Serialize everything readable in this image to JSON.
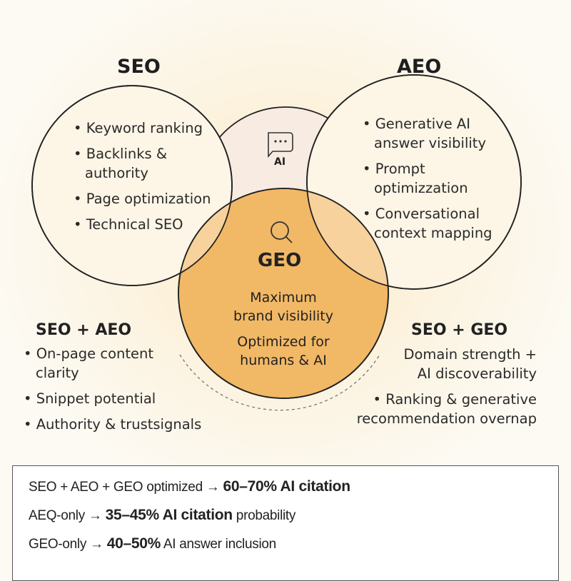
{
  "seo": {
    "title": "SEO",
    "items": [
      "• Keyword ranking",
      "• Backlinks &",
      "authority",
      "• Page optimization",
      "• Technical SEO"
    ]
  },
  "aeo": {
    "title": "AEO",
    "items": [
      "• Generative AI",
      "answer visibility",
      "• Prompt",
      "optimizzation",
      "• Conversational",
      "context mapping"
    ]
  },
  "ai": {
    "label": "AI",
    "icon": "chat-bubble-icon"
  },
  "geo": {
    "title": "GEO",
    "icon": "search-icon",
    "line1": "Maximum",
    "line2": "brand visibility",
    "line3": "Optimized for",
    "line4": "humans & AI"
  },
  "seo_aeo": {
    "title": "SEO + AEO",
    "items": [
      "• On-page content",
      "clarity",
      "• Snippet potential",
      "• Authority & trustsignals"
    ]
  },
  "seo_geo": {
    "title": "SEO + GEO",
    "items": [
      "Domain strength +",
      "AI discoverability",
      "• Ranking & generative",
      "recommendation overnap"
    ]
  },
  "stats": [
    {
      "prefix": "SEO + AEO + GEO optimized →",
      "bold": "60–70% AI citation",
      "suffix": ""
    },
    {
      "prefix": "AEQ-only →",
      "bold": "35–45% AI citation",
      "suffix": "probability"
    },
    {
      "prefix": "GEO-only →",
      "bold": "40–50%",
      "suffix": "AI answer inclusion"
    }
  ],
  "colors": {
    "geo_fill": "#f5cb8e",
    "core_fill": "#f1b866",
    "outer_fill": "#fdf4e4",
    "ai_fill": "#f8ece2"
  }
}
